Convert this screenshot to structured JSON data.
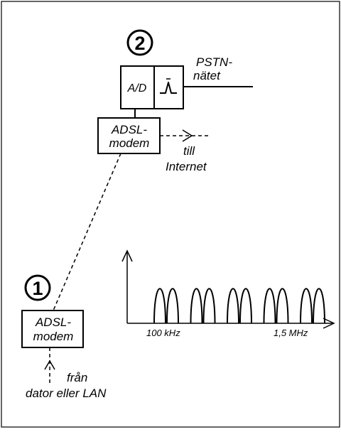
{
  "station2": {
    "number": "2",
    "ad_label": "A/D",
    "network_line1": "PSTN-",
    "network_line2": "nätet",
    "modem_line1": "ADSL-",
    "modem_line2": "modem",
    "internet_line1": "till",
    "internet_line2": "Internet"
  },
  "station1": {
    "number": "1",
    "modem_line1": "ADSL-",
    "modem_line2": "modem",
    "source_line1": "från",
    "source_line2": "dator eller LAN"
  },
  "spectrum": {
    "x_tick_low": "100 kHz",
    "x_tick_high": "1,5 MHz",
    "groups": 5,
    "carriers_per_group": 2
  }
}
